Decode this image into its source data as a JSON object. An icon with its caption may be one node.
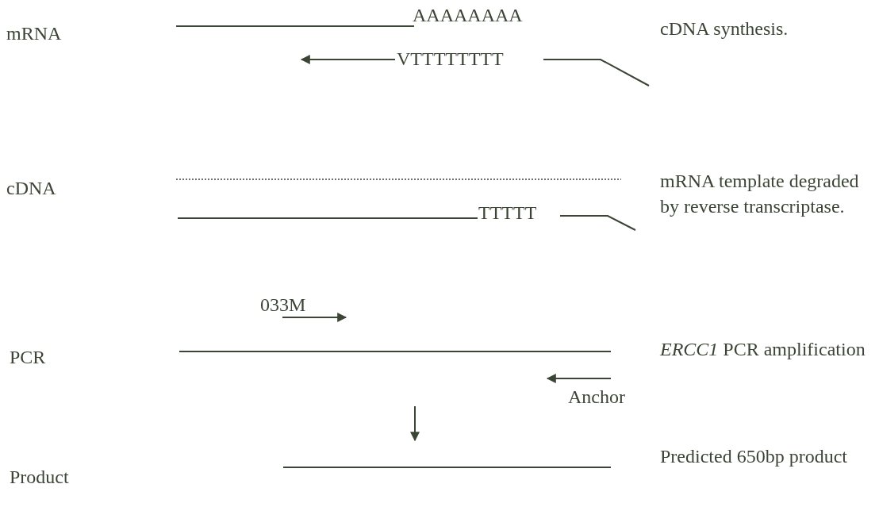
{
  "diagram": {
    "labels": [
      "mRNA",
      "AAAAAAAA",
      "cDNA synthesis.",
      "VTTTTTTTT",
      "cDNA",
      "mRNA template degraded by reverse transcriptase.",
      "TTTTT",
      "033M",
      "PCR",
      "*ERCC1* PCR amplification",
      "Anchor",
      "Product",
      "Predicted 650bp product"
    ]
  }
}
